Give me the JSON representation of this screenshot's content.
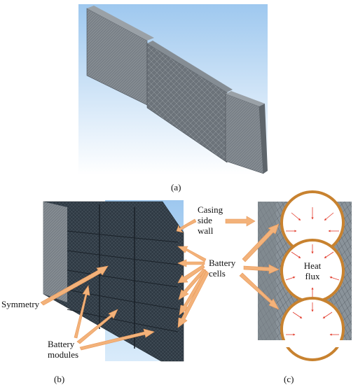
{
  "panels": [
    {
      "id": "a",
      "label": "(a)"
    },
    {
      "id": "b",
      "label": "(b)"
    },
    {
      "id": "c",
      "label": "(c)"
    }
  ],
  "annotations": {
    "casing_side_wall": "Casing\nside\nwall",
    "battery_cells": "Battery\ncells",
    "symmetry": "Symmetry",
    "battery_modules": "Battery\nmodules",
    "heat_flux": "Heat\nflux"
  },
  "colors": {
    "arrow": "#f3b27a",
    "mesh_dark": "#2f3a44",
    "mesh_gray": "#6c737a",
    "sky_blue": "#9ec8ef",
    "cell_ring": "#c8822f",
    "flux_arrow": "#e23a2a"
  }
}
